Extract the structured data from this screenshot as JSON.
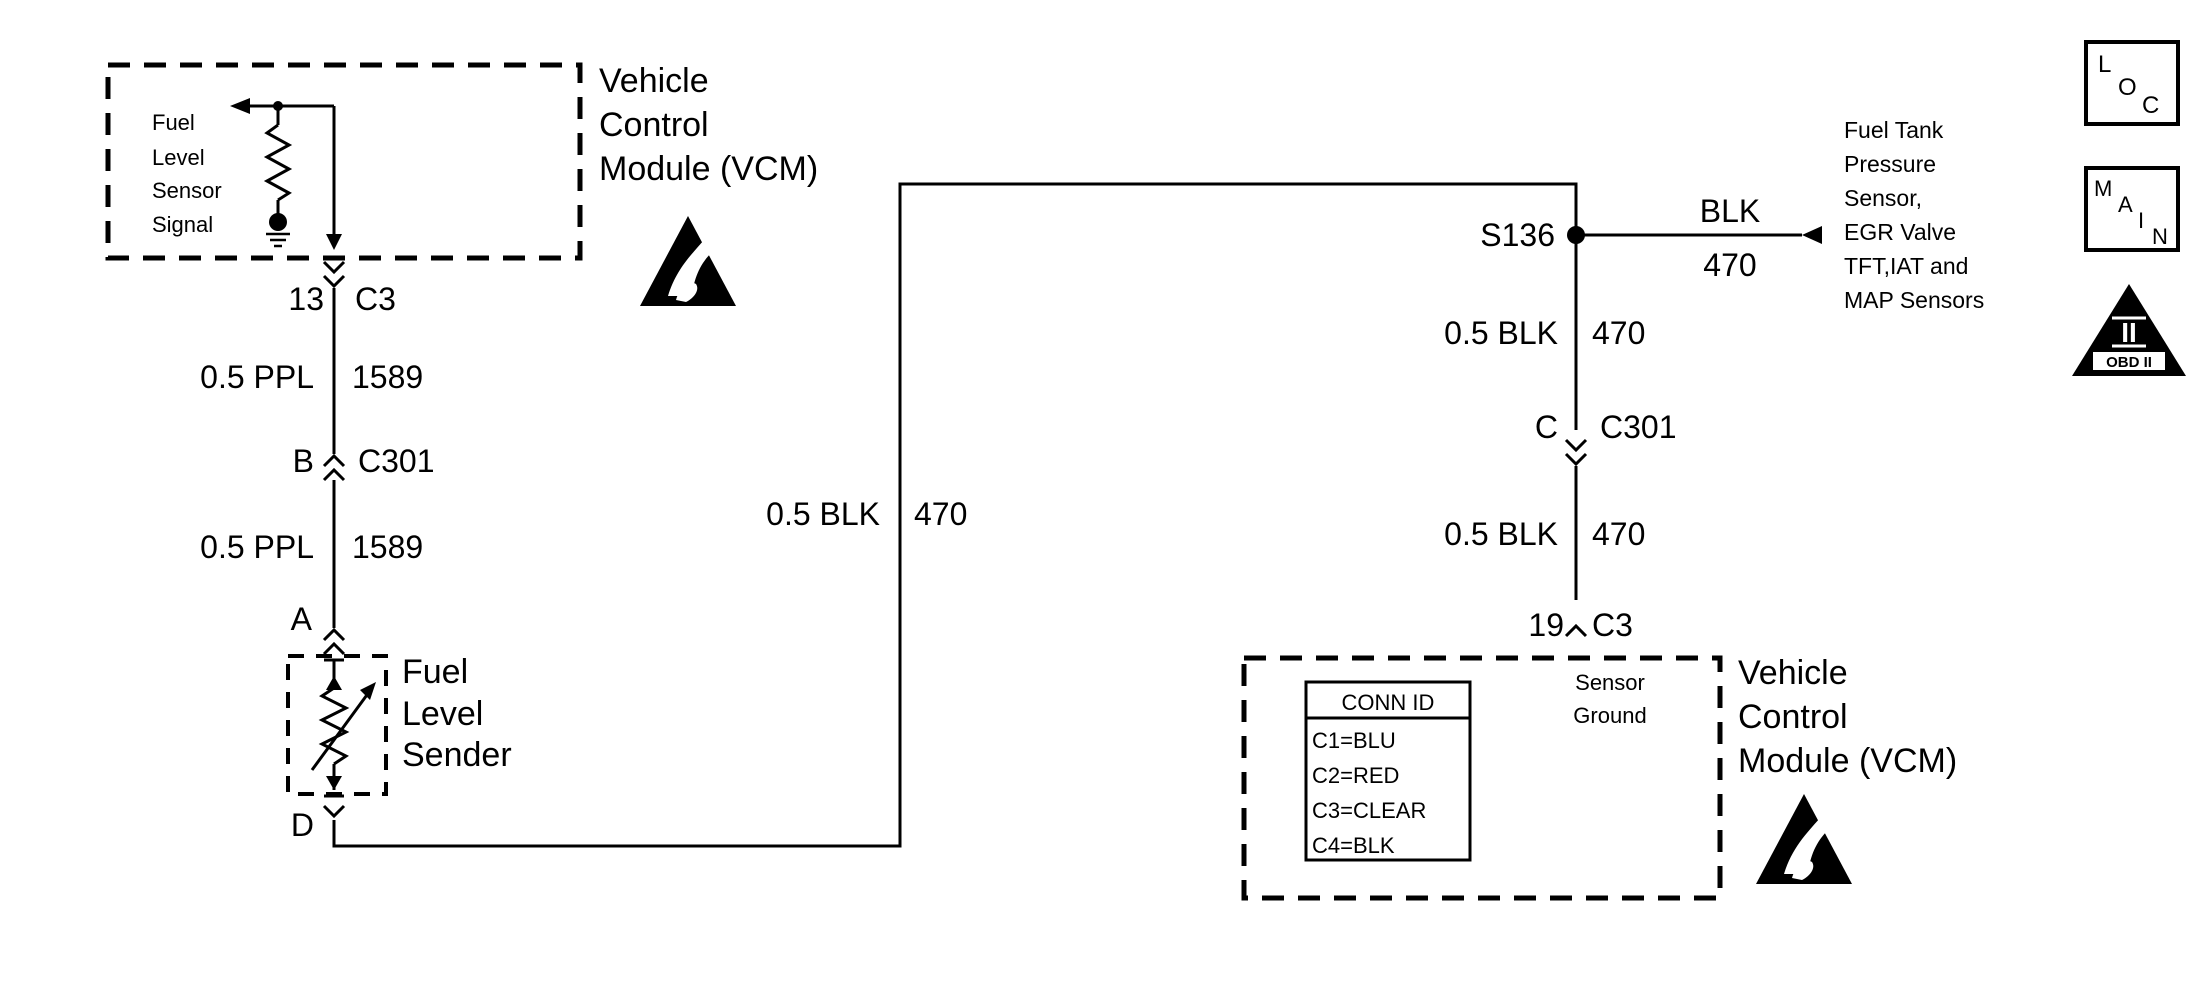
{
  "vcm_top": {
    "title_lines": [
      "Vehicle",
      "Control",
      "Module (VCM)"
    ],
    "signal_lines": [
      "Fuel",
      "Level",
      "Sensor",
      "Signal"
    ]
  },
  "left_circuit": {
    "pin_top": "13",
    "conn_top": "C3",
    "wire1_color": "0.5 PPL",
    "wire1_circuit": "1589",
    "pin_mid": "B",
    "conn_mid": "C301",
    "wire2_color": "0.5 PPL",
    "wire2_circuit": "1589",
    "pin_bottom_a": "A",
    "pin_bottom_d": "D"
  },
  "sender": {
    "label_lines": [
      "Fuel",
      "Level",
      "Sender"
    ]
  },
  "middle_wire": {
    "color": "0.5 BLK",
    "circuit": "470"
  },
  "splice": {
    "name": "S136",
    "branch_color": "BLK",
    "branch_circuit": "470",
    "branch_dest_lines": [
      "Fuel Tank",
      "Pressure",
      "Sensor,",
      "EGR Valve",
      "TFT,IAT and",
      "MAP Sensors"
    ]
  },
  "right_circuit": {
    "wire1_color": "0.5 BLK",
    "wire1_circuit": "470",
    "pin_mid": "C",
    "conn_mid": "C301",
    "wire2_color": "0.5 BLK",
    "wire2_circuit": "470",
    "pin_bottom": "19",
    "conn_bottom": "C3"
  },
  "vcm_bottom": {
    "title_lines": [
      "Vehicle",
      "Control",
      "Module (VCM)"
    ],
    "ground_lines": [
      "Sensor",
      "Ground"
    ],
    "conn_id": {
      "header": "CONN ID",
      "rows": [
        "C1=BLU",
        "C2=RED",
        "C3=CLEAR",
        "C4=BLK"
      ]
    }
  },
  "icons": {
    "loc": [
      "L",
      "O",
      "C"
    ],
    "main": [
      "M",
      "A",
      "I",
      "N"
    ],
    "obd": {
      "numeral": "II",
      "label": "OBD II"
    }
  }
}
